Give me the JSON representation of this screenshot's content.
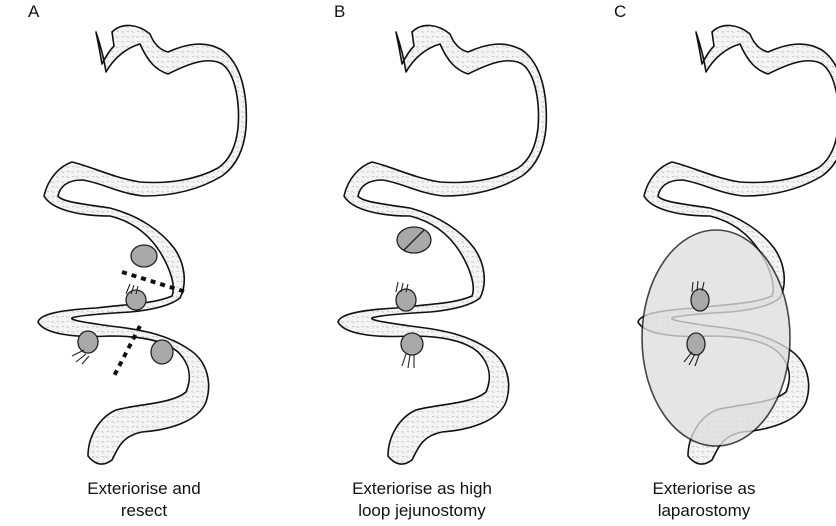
{
  "panels": [
    {
      "letter": "A",
      "caption_line1": "Exteriorise and",
      "caption_line2": "resect"
    },
    {
      "letter": "B",
      "caption_line1": "Exteriorise as high",
      "caption_line2": "loop jejunostomy"
    },
    {
      "letter": "C",
      "caption_line1": "Exteriorise as",
      "caption_line2": "laparostomy"
    }
  ],
  "colors": {
    "lesion": "#a9a9a9",
    "laparostomy_area": "#dedede",
    "outline": "#111111"
  }
}
